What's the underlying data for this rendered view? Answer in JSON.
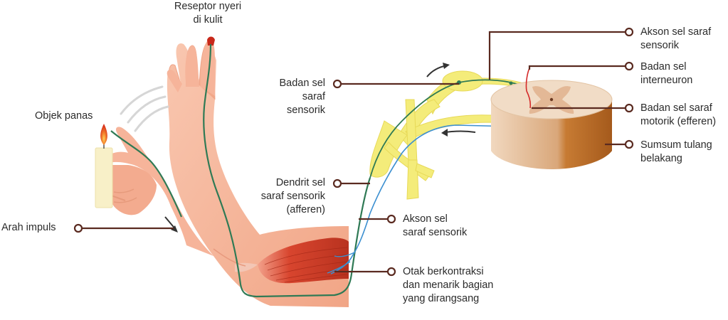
{
  "labels": {
    "pain_receptor": "Reseptor nyeri\ndi kulit",
    "hot_object": "Objek panas",
    "impulse_direction": "Arah impuls",
    "sensory_cell_body": "Badan sel\nsaraf\nsensorik",
    "sensory_dendrite": "Dendrit sel\nsaraf sensorik\n(afferen)",
    "sensory_axon_lower": "Akson sel\nsaraf sensorik",
    "muscle_contracts": "Otak berkontraksi\ndan menarik bagian\nyang dirangsang",
    "sensory_axon_upper": "Akson sel saraf\nsensorik",
    "interneuron_body": "Badan sel\ninterneuron",
    "motor_body": "Badan sel saraf\nmotorik (efferen)",
    "spinal_cord": "Sumsum tulang\nbelakang"
  },
  "colors": {
    "skin": "#f6b49a",
    "skin_dark": "#e9957a",
    "nerve_yellow": "#f4ec7a",
    "sensory_line": "#2f7a55",
    "motor_line": "#3b8fd0",
    "leader": "#5a2a20",
    "muscle": "#d8452e",
    "cord_side": "#c2752c"
  }
}
